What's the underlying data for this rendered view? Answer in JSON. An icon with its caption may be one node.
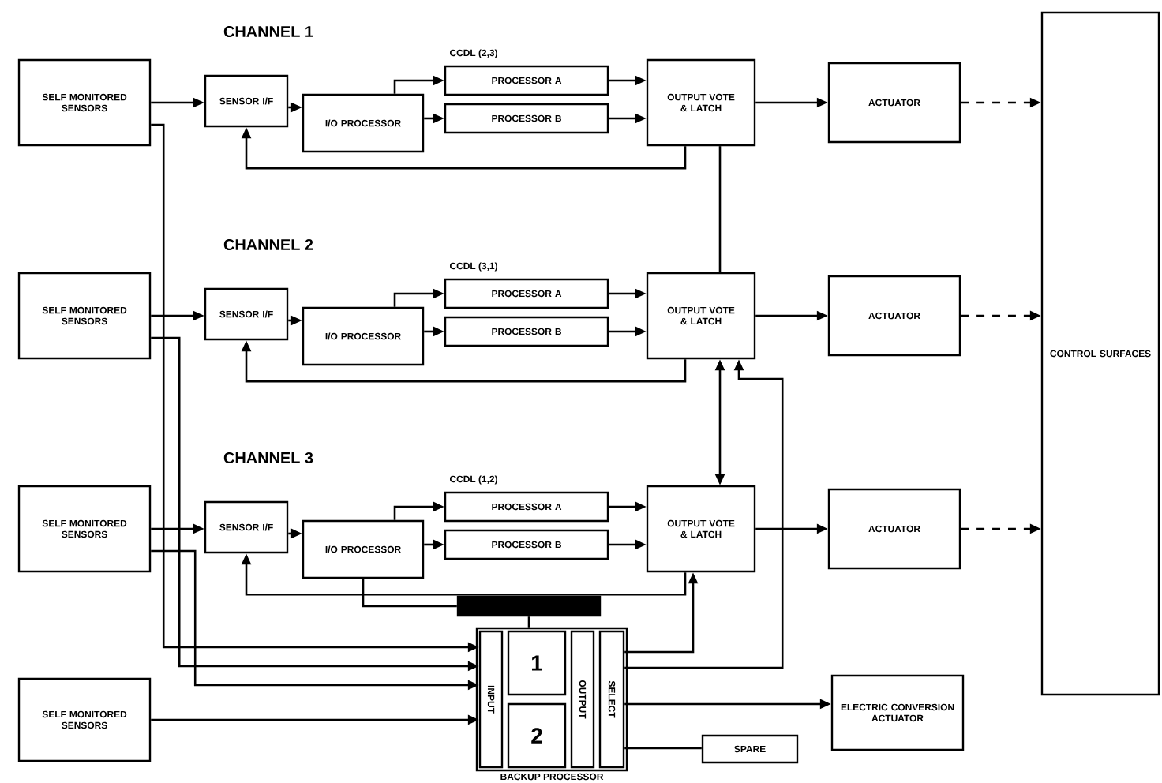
{
  "diagram": {
    "nodes": [
      {
        "text": [
          "SELF MONITORED SENSORS"
        ]
      },
      {
        "text": [
          "SENSOR I/F"
        ]
      },
      {
        "text": [
          "I/O PROCESSOR"
        ]
      },
      {
        "text": [
          "PROCESSOR A"
        ]
      },
      {
        "text": [
          "PROCESSOR B"
        ]
      },
      {
        "text": [
          "OUTPUT VOTE & LATCH"
        ]
      },
      {
        "text": [
          "ACTUATOR"
        ]
      },
      {
        "text": [
          "SELF MONITORED SENSORS"
        ]
      },
      {
        "text": [
          "SENSOR I/F"
        ]
      },
      {
        "text": [
          "I/O PROCESSOR"
        ]
      },
      {
        "text": [
          "PROCESSOR A"
        ]
      },
      {
        "text": [
          "PROCESSOR B"
        ]
      },
      {
        "text": [
          "OUTPUT VOTE & LATCH"
        ]
      },
      {
        "text": [
          "ACTUATOR"
        ]
      },
      {
        "text": [
          "SELF MONITORED SENSORS"
        ]
      },
      {
        "text": [
          "SENSOR I/F"
        ]
      },
      {
        "text": [
          "I/O PROCESSOR"
        ]
      },
      {
        "text": [
          "PROCESSOR A"
        ]
      },
      {
        "text": [
          "PROCESSOR B"
        ]
      },
      {
        "text": [
          "OUTPUT VOTE & LATCH"
        ]
      },
      {
        "text": [
          "ACTUATOR"
        ]
      },
      {
        "text": [
          "SELF MONITORED SENSORS"
        ]
      },
      {
        "text": [],
        "shape": "box",
        "beside": [
          "BACKUP PROCESSOR"
        ]
      },
      {
        "text": [
          "INPUT"
        ],
        "in": 22
      },
      {
        "text": [
          "1"
        ],
        "in": 22
      },
      {
        "text": [
          "2"
        ],
        "in": 22
      },
      {
        "text": [
          "OUTPUT"
        ],
        "in": 22
      },
      {
        "text": [
          "SELECT"
        ],
        "in": 22
      },
      {
        "text": [],
        "shape": "bar"
      },
      {
        "text": [
          "ELECTRIC CONVERSION ACTUATOR"
        ]
      },
      {
        "text": [
          "SPARE"
        ]
      },
      {
        "text": [
          "CONTROL SURFACES"
        ]
      }
    ],
    "edges": [
      {
        "from": 0,
        "to": 1,
        "arrow": "to"
      },
      {
        "from": 1,
        "to": 2,
        "arrow": "to"
      },
      {
        "from": 2,
        "to": 3,
        "arrow": "to"
      },
      {
        "from": 2,
        "to": 4,
        "arrow": "to"
      },
      {
        "from": 3,
        "to": 5,
        "arrow": "to"
      },
      {
        "from": 4,
        "to": 5,
        "arrow": "to"
      },
      {
        "from": 5,
        "to": 6,
        "arrow": "to"
      },
      {
        "from": 6,
        "to": 31,
        "arrow": "to",
        "style": "dashed"
      },
      {
        "from": 5,
        "to": 1,
        "arrow": "to"
      },
      {
        "from": 7,
        "to": 8,
        "arrow": "to"
      },
      {
        "from": 8,
        "to": 9,
        "arrow": "to"
      },
      {
        "from": 9,
        "to": 10,
        "arrow": "to"
      },
      {
        "from": 9,
        "to": 11,
        "arrow": "to"
      },
      {
        "from": 10,
        "to": 12,
        "arrow": "to"
      },
      {
        "from": 11,
        "to": 12,
        "arrow": "to"
      },
      {
        "from": 12,
        "to": 13,
        "arrow": "to"
      },
      {
        "from": 13,
        "to": 31,
        "arrow": "to",
        "style": "dashed"
      },
      {
        "from": 12,
        "to": 8,
        "arrow": "to"
      },
      {
        "from": 14,
        "to": 15,
        "arrow": "to"
      },
      {
        "from": 15,
        "to": 16,
        "arrow": "to"
      },
      {
        "from": 16,
        "to": 17,
        "arrow": "to"
      },
      {
        "from": 16,
        "to": 18,
        "arrow": "to"
      },
      {
        "from": 17,
        "to": 19,
        "arrow": "to"
      },
      {
        "from": 18,
        "to": 19,
        "arrow": "to"
      },
      {
        "from": 19,
        "to": 20,
        "arrow": "to"
      },
      {
        "from": 20,
        "to": 31,
        "arrow": "to",
        "style": "dashed"
      },
      {
        "from": 19,
        "to": 15,
        "arrow": "to"
      },
      {
        "from": 0,
        "to": 23,
        "arrow": "to"
      },
      {
        "from": 7,
        "to": 23,
        "arrow": "to"
      },
      {
        "from": 14,
        "to": 23,
        "arrow": "to"
      },
      {
        "from": 21,
        "to": 23,
        "arrow": "to"
      },
      {
        "from": 5,
        "to": 12,
        "arrow": "none"
      },
      {
        "from": 12,
        "to": 19,
        "arrow": "both"
      },
      {
        "from": 27,
        "to": 19,
        "arrow": "to"
      },
      {
        "from": 27,
        "to": 12,
        "arrow": "to"
      },
      {
        "from": 27,
        "to": 29,
        "arrow": "to"
      },
      {
        "from": 27,
        "to": 30,
        "arrow": "none"
      },
      {
        "from": 16,
        "to": 28,
        "arrow": "none"
      },
      {
        "from": 28,
        "to": 22,
        "arrow": "none"
      }
    ],
    "labels": [
      "CHANNEL 1",
      "CCDL (2,3)",
      "CHANNEL 2",
      "CCDL (3,1)",
      "CHANNEL 3",
      "CCDL (1,2)"
    ]
  }
}
